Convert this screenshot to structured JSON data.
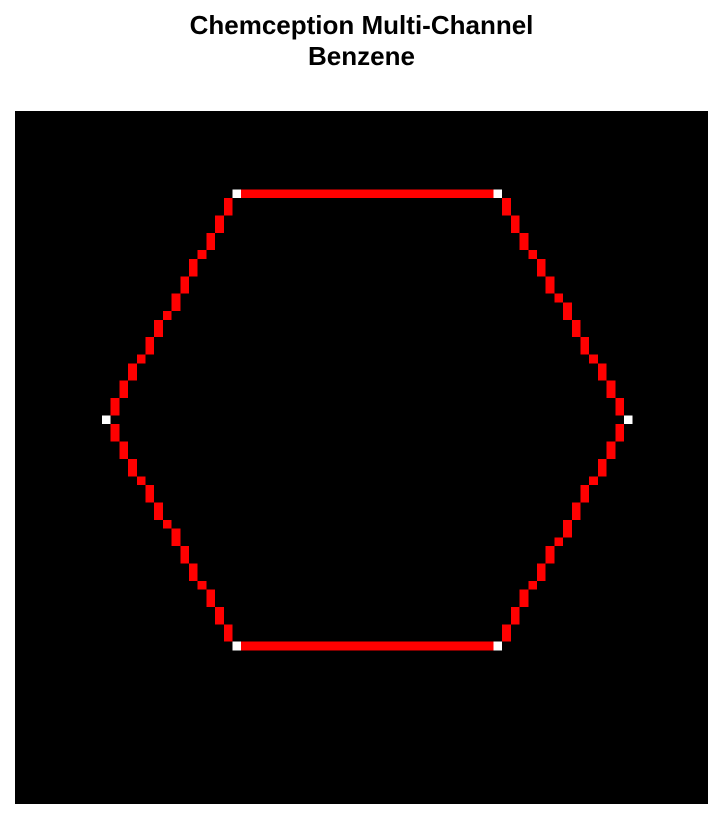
{
  "title": {
    "line1": "Chemception Multi-Channel",
    "line2": "Benzene"
  },
  "image": {
    "background_color": "#000000",
    "bond_color": "#ff0000",
    "atom_color": "#ffffff",
    "molecule": "Benzene",
    "atom_count": 6,
    "bond_count": 6
  }
}
